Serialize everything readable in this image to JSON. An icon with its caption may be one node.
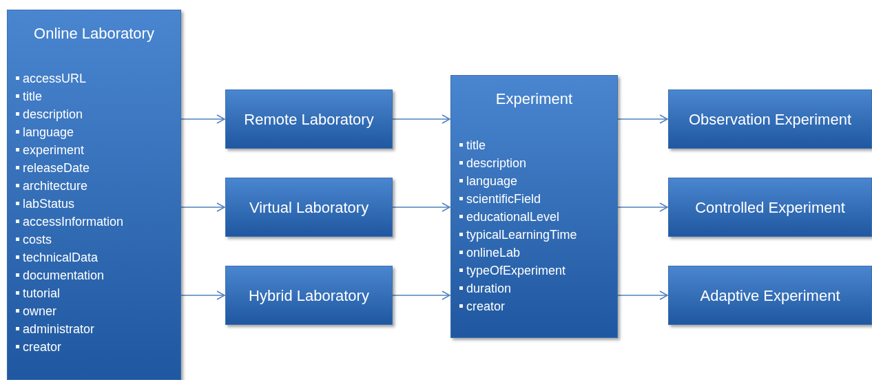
{
  "diagram": {
    "nodes": [
      {
        "text": [
          "Online Laboratory",
          "accessURL",
          "title",
          "description",
          "language",
          "experiment",
          "releaseDate",
          "architecture",
          "labStatus",
          "accessInformation",
          "costs",
          "technicalData",
          "documentation",
          "tutorial",
          "owner",
          "administrator",
          "creator"
        ]
      },
      {
        "text": [
          "Remote Laboratory"
        ]
      },
      {
        "text": [
          "Virtual Laboratory"
        ]
      },
      {
        "text": [
          "Hybrid Laboratory"
        ]
      },
      {
        "text": [
          "Experiment",
          "title",
          "description",
          "language",
          "scientificField",
          "educationalLevel",
          "typicalLearningTime",
          "onlineLab",
          "typeOfExperiment",
          "duration",
          "creator"
        ]
      },
      {
        "text": [
          "Observation Experiment"
        ]
      },
      {
        "text": [
          "Controlled Experiment"
        ]
      },
      {
        "text": [
          "Adaptive Experiment"
        ]
      }
    ],
    "edges": [
      {
        "from": 0,
        "to": 1,
        "arrow": "to"
      },
      {
        "from": 0,
        "to": 2,
        "arrow": "to"
      },
      {
        "from": 0,
        "to": 3,
        "arrow": "to"
      },
      {
        "from": 1,
        "to": 4,
        "arrow": "to"
      },
      {
        "from": 2,
        "to": 4,
        "arrow": "to"
      },
      {
        "from": 3,
        "to": 4,
        "arrow": "to"
      },
      {
        "from": 4,
        "to": 5,
        "arrow": "to"
      },
      {
        "from": 4,
        "to": 6,
        "arrow": "to"
      },
      {
        "from": 4,
        "to": 7,
        "arrow": "to"
      }
    ]
  }
}
